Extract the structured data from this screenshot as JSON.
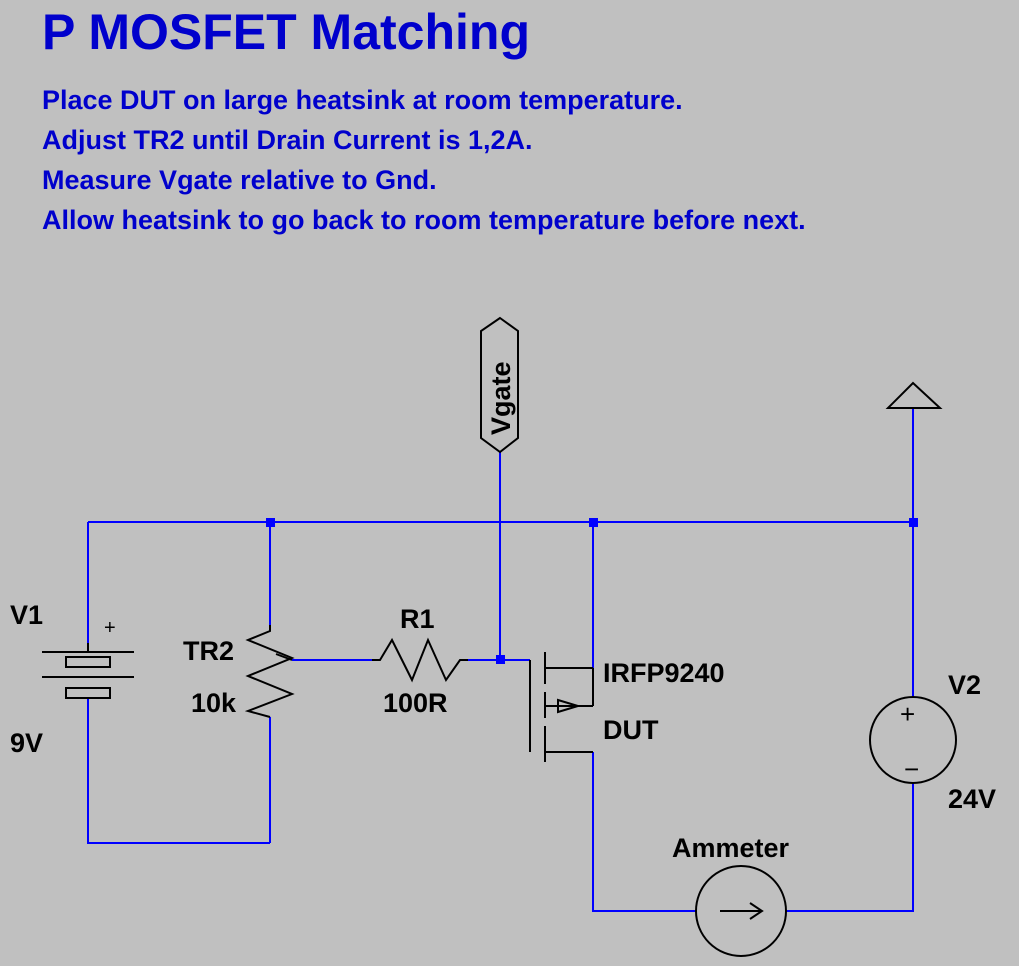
{
  "title": "P MOSFET Matching",
  "notes": [
    "Place DUT on large heatsink at room temperature.",
    "Adjust TR2 until Drain Current is 1,2A.",
    "Measure Vgate relative to Gnd.",
    "Allow heatsink to go back to room temperature before next."
  ],
  "components": {
    "v1": {
      "name": "V1",
      "value": "9V",
      "plus": "+"
    },
    "tr2": {
      "name": "TR2",
      "value": "10k"
    },
    "r1": {
      "name": "R1",
      "value": "100R"
    },
    "m1": {
      "name": "IRFP9240",
      "value": "DUT"
    },
    "v2": {
      "name": "V2",
      "value": "24V",
      "plus": "+",
      "minus": "−"
    },
    "ammeter": {
      "name": "Ammeter"
    }
  },
  "net_labels": {
    "vgate": "Vgate"
  },
  "colors": {
    "background": "#c0c0c0",
    "wire": "#0000ff",
    "component": "#000000",
    "text_blue": "#0000cc"
  }
}
